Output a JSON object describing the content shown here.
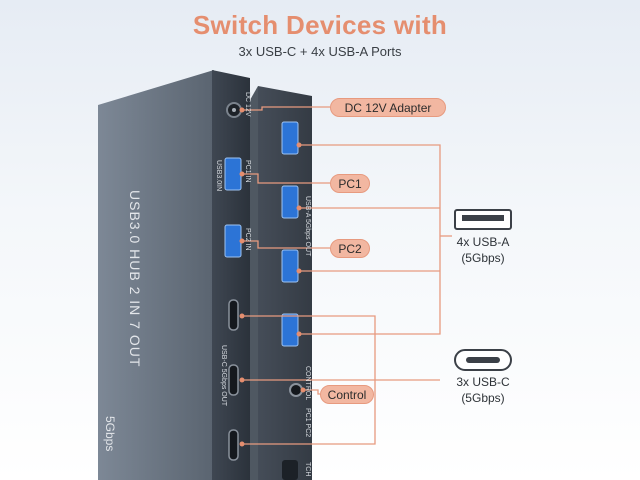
{
  "headline": {
    "title": "Switch Devices with",
    "subtitle": "3x USB-C + 4x USB-A Ports"
  },
  "callouts": {
    "dc_adapter": "DC 12V Adapter",
    "pc1": "PC1",
    "pc2": "PC2",
    "control": "Control"
  },
  "ports": {
    "usb_a": {
      "line1": "4x USB-A",
      "line2": "(5Gbps)"
    },
    "usb_c": {
      "line1": "3x USB-C",
      "line2": "(5Gbps)"
    }
  },
  "device_text": {
    "side": "USB3.0 HUB 2 IN 7 OUT",
    "side_speed": "5Gbps",
    "dc": "DC 12V",
    "usb_in": "USB3.0IN",
    "pc1": "PC1 IN",
    "pc2": "PC2 IN",
    "usbc_out": "USB-C 5Gbps OUT",
    "usba_out": "USB-A 5Gbps OUT",
    "control": "CONTROL",
    "pc_labels": "PC1  PC2",
    "switch": "TCH"
  },
  "colors": {
    "accent": "#e58e6f",
    "pill_fill": "#f2b7a1",
    "line": "#e79a7f",
    "port_blue": "#2c74d6",
    "device_body": "#5b6470"
  }
}
